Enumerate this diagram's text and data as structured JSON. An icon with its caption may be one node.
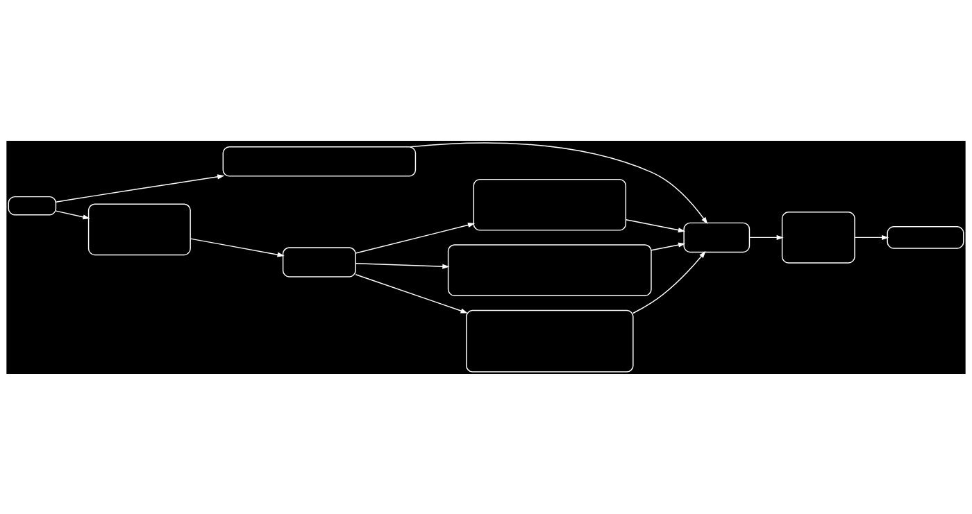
{
  "diagram": {
    "nodes": [
      {
        "text": [],
        "shape": "box"
      },
      {
        "text": [],
        "shape": "box"
      },
      {
        "text": [],
        "shape": "box"
      },
      {
        "text": [],
        "shape": "box"
      },
      {
        "text": [],
        "shape": "box"
      },
      {
        "text": [],
        "shape": "box"
      },
      {
        "text": [],
        "shape": "box"
      },
      {
        "text": [],
        "shape": "box"
      },
      {
        "text": [],
        "shape": "box"
      },
      {
        "text": [],
        "shape": "box"
      }
    ],
    "edges": [
      {
        "from": 0,
        "to": 1,
        "arrow": "to"
      },
      {
        "from": 0,
        "to": 2,
        "arrow": "to"
      },
      {
        "from": 2,
        "to": 5,
        "arrow": "to"
      },
      {
        "from": 5,
        "to": 3,
        "arrow": "to"
      },
      {
        "from": 5,
        "to": 4,
        "arrow": "to"
      },
      {
        "from": 5,
        "to": 6,
        "arrow": "to"
      },
      {
        "from": 1,
        "to": 7,
        "arrow": "to"
      },
      {
        "from": 3,
        "to": 7,
        "arrow": "to"
      },
      {
        "from": 4,
        "to": 7,
        "arrow": "to"
      },
      {
        "from": 6,
        "to": 7,
        "arrow": "to"
      },
      {
        "from": 7,
        "to": 8,
        "arrow": "to"
      },
      {
        "from": 8,
        "to": 9,
        "arrow": "to"
      }
    ]
  }
}
